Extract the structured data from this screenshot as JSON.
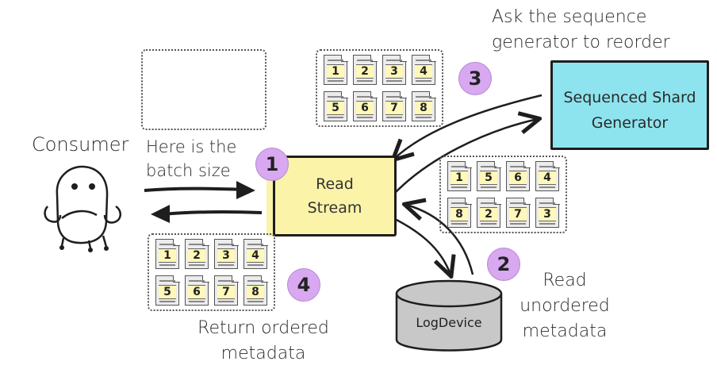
{
  "consumer": {
    "label": "Consumer"
  },
  "request_label": [
    "Here is the",
    "batch size"
  ],
  "read_stream": {
    "label_lines": [
      "Read",
      "Stream"
    ]
  },
  "sequence_generator": {
    "label_lines": [
      "Sequenced Shard",
      "Generator"
    ]
  },
  "log_device": {
    "label": "LogDevice"
  },
  "step_badges": [
    "1",
    "2",
    "3",
    "4"
  ],
  "ask_label": [
    "Ask the sequence",
    "generator to reorder"
  ],
  "read_unordered_label": [
    "Read",
    "unordered",
    "metadata"
  ],
  "return_label": [
    "Return ordered",
    "metadata"
  ],
  "batches": {
    "sequenced": [
      "1",
      "2",
      "3",
      "4",
      "5",
      "6",
      "7",
      "8"
    ],
    "unordered": [
      "1",
      "5",
      "6",
      "4",
      "8",
      "2",
      "7",
      "3"
    ],
    "returned": [
      "1",
      "2",
      "3",
      "4",
      "5",
      "6",
      "7",
      "8"
    ]
  },
  "colors": {
    "read_stream_fill": "#fbf3a8",
    "sequence_generator_fill": "#8ee4ee",
    "log_device_fill": "#c8c8c8",
    "badge_fill": "#d8a8f0",
    "number_highlight": "#fff8b8"
  },
  "icons": [
    "consumer-character-icon",
    "document-icon",
    "database-cylinder-icon",
    "arrow-icon"
  ]
}
